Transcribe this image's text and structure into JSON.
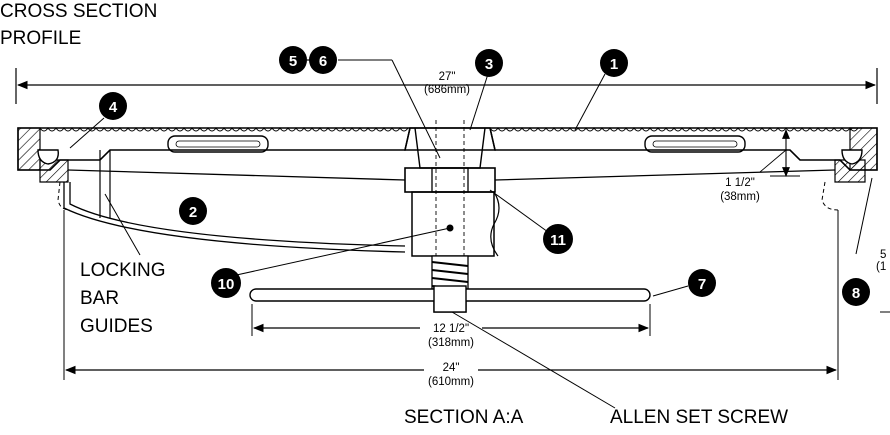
{
  "title_line1": "CROSS SECTION",
  "title_line2": "PROFILE",
  "dimensions": {
    "overall": {
      "imperial": "27\"",
      "metric": "(686mm)"
    },
    "depth": {
      "imperial": "1 1/2\"",
      "metric": "(38mm)"
    },
    "bar": {
      "imperial": "12 1/2\"",
      "metric": "(318mm)"
    },
    "inner": {
      "imperial": "24\"",
      "metric": "(610mm)"
    },
    "partial_right_1": "5",
    "partial_right_2": "(1"
  },
  "labels": {
    "locking_1": "LOCKING",
    "locking_2": "BAR",
    "locking_3": "GUIDES",
    "section": "SECTION A:A",
    "screw": "ALLEN SET SCREW"
  },
  "callouts": {
    "c1": "1",
    "c2": "2",
    "c3": "3",
    "c4": "4",
    "c5": "5",
    "c6": "6",
    "c7": "7",
    "c8": "8",
    "c10": "10",
    "c11": "11"
  }
}
